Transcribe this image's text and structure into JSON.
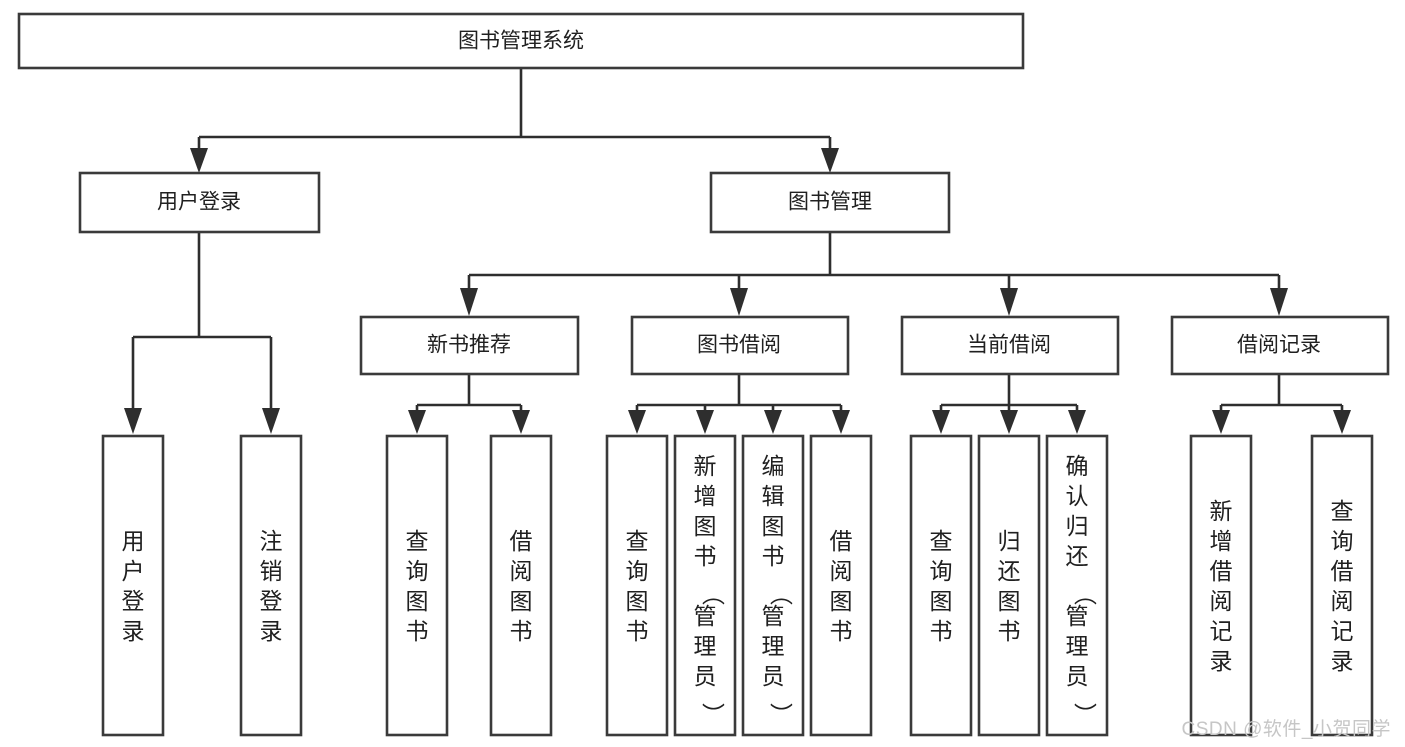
{
  "diagram": {
    "title": "图书管理系统",
    "type": "hierarchy-tree",
    "orientation": "top-down",
    "colors": {
      "background": "#ffffff",
      "box_fill": "#ffffff",
      "box_stroke": "#3a3a3a",
      "connector": "#2e2e2e",
      "text": "#202020",
      "watermark": "#c6c6c6"
    },
    "root": {
      "id": "root",
      "label": "图书管理系统",
      "orientation": "horizontal"
    },
    "level2": [
      {
        "id": "user-login",
        "label": "用户登录",
        "orientation": "horizontal"
      },
      {
        "id": "book-management",
        "label": "图书管理",
        "orientation": "horizontal"
      }
    ],
    "level3": [
      {
        "id": "new-book-recommend",
        "label": "新书推荐",
        "orientation": "horizontal",
        "parent": "book-management"
      },
      {
        "id": "book-borrow",
        "label": "图书借阅",
        "orientation": "horizontal",
        "parent": "book-management"
      },
      {
        "id": "current-borrow",
        "label": "当前借阅",
        "orientation": "horizontal",
        "parent": "book-management"
      },
      {
        "id": "borrow-record",
        "label": "借阅记录",
        "orientation": "horizontal",
        "parent": "book-management"
      }
    ],
    "leaves": [
      {
        "id": "leaf-user-login",
        "label": "用户登录",
        "parent": "user-login",
        "orientation": "vertical"
      },
      {
        "id": "leaf-logout-login",
        "label": "注销登录",
        "parent": "user-login",
        "orientation": "vertical"
      },
      {
        "id": "leaf-query-book-1",
        "label": "查询图书",
        "parent": "new-book-recommend",
        "orientation": "vertical"
      },
      {
        "id": "leaf-borrow-book-1",
        "label": "借阅图书",
        "parent": "new-book-recommend",
        "orientation": "vertical"
      },
      {
        "id": "leaf-query-book-2",
        "label": "查询图书",
        "parent": "book-borrow",
        "orientation": "vertical"
      },
      {
        "id": "leaf-add-book",
        "label": "新增图书（管理员）",
        "parent": "book-borrow",
        "orientation": "vertical"
      },
      {
        "id": "leaf-edit-book",
        "label": "编辑图书（管理员）",
        "parent": "book-borrow",
        "orientation": "vertical"
      },
      {
        "id": "leaf-borrow-book-2",
        "label": "借阅图书",
        "parent": "book-borrow",
        "orientation": "vertical"
      },
      {
        "id": "leaf-query-book-3",
        "label": "查询图书",
        "parent": "current-borrow",
        "orientation": "vertical"
      },
      {
        "id": "leaf-return-book",
        "label": "归还图书",
        "parent": "current-borrow",
        "orientation": "vertical"
      },
      {
        "id": "leaf-confirm-return",
        "label": "确认归还（管理员）",
        "parent": "current-borrow",
        "orientation": "vertical"
      },
      {
        "id": "leaf-add-record",
        "label": "新增借阅记录",
        "parent": "borrow-record",
        "orientation": "vertical"
      },
      {
        "id": "leaf-query-record",
        "label": "查询借阅记录",
        "parent": "borrow-record",
        "orientation": "vertical"
      }
    ]
  },
  "watermark": {
    "text": "CSDN @软件_小贺同学"
  }
}
